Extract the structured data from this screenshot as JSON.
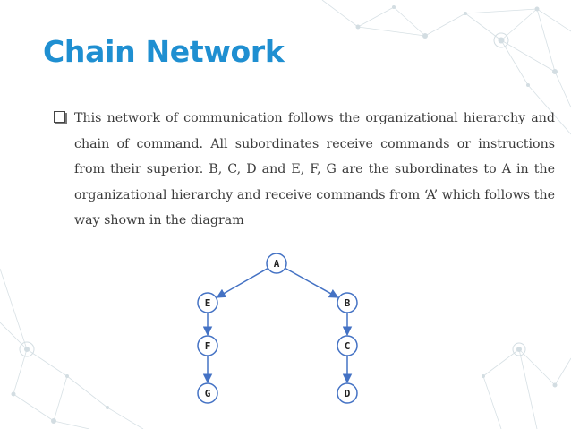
{
  "slide": {
    "title": "Chain Network",
    "bullet": "This network of communication follows the organizational hierarchy and chain of command. All subordinates receive commands or instructions from their superior. B, C, D and E, F, G are the subordinates to A in the organizational hierarchy and receive commands from ‘A’ which follows the way shown in the diagram"
  },
  "diagram": {
    "nodes": [
      {
        "id": "A",
        "label": "A"
      },
      {
        "id": "E",
        "label": "E"
      },
      {
        "id": "B",
        "label": "B"
      },
      {
        "id": "F",
        "label": "F"
      },
      {
        "id": "C",
        "label": "C"
      },
      {
        "id": "G",
        "label": "G"
      },
      {
        "id": "D",
        "label": "D"
      }
    ],
    "edges": [
      {
        "from": "A",
        "to": "E"
      },
      {
        "from": "A",
        "to": "B"
      },
      {
        "from": "E",
        "to": "F"
      },
      {
        "from": "F",
        "to": "G"
      },
      {
        "from": "B",
        "to": "C"
      },
      {
        "from": "C",
        "to": "D"
      }
    ]
  },
  "colors": {
    "title": "#1f8fd1",
    "diagram_stroke": "#4472c4",
    "decor": "#c9d6dc"
  }
}
